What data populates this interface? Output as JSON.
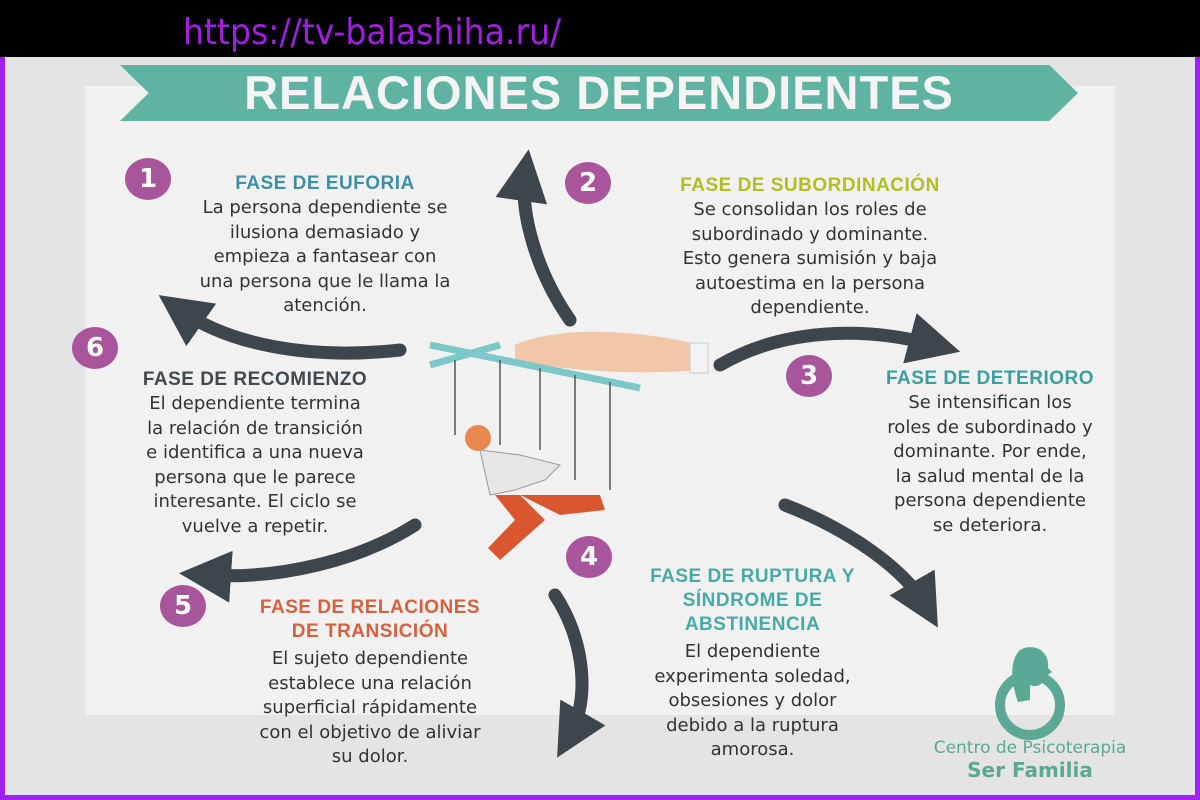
{
  "watermark_url": "https://tv-balashiha.ru/",
  "title": "RELACIONES DEPENDIENTES",
  "phases": [
    {
      "number": "1",
      "heading": [
        "FASE DE EUFORIA"
      ],
      "body": [
        "La persona dependiente se",
        "ilusiona demasiado y",
        "empieza a fantasear con",
        "una persona que le llama la",
        "atención."
      ],
      "color": "#3d8fa8"
    },
    {
      "number": "2",
      "heading": [
        "FASE DE SUBORDINACIÓN"
      ],
      "body": [
        "Se consolidan los roles de",
        "subordinado y dominante.",
        "Esto genera sumisión y baja",
        "autoestima en la persona",
        "dependiente."
      ],
      "color": "#b3be20"
    },
    {
      "number": "3",
      "heading": [
        "FASE DE DETERIORO"
      ],
      "body": [
        "Se intensifican los",
        "roles de subordinado y",
        "dominante. Por ende,",
        "la salud mental de la",
        "persona dependiente",
        "se deteriora."
      ],
      "color": "#3a9fa0"
    },
    {
      "number": "4",
      "heading": [
        "FASE DE RUPTURA Y",
        "SÍNDROME DE",
        "ABSTINENCIA"
      ],
      "body": [
        "El dependiente",
        "experimenta soledad,",
        "obsesiones y dolor",
        "debido a la ruptura",
        "amorosa."
      ],
      "color": "#46aaa6"
    },
    {
      "number": "5",
      "heading": [
        "FASE DE RELACIONES",
        "DE TRANSICIÓN"
      ],
      "body": [
        "El sujeto dependiente",
        "establece una relación",
        "superficial rápidamente",
        "con el objetivo de aliviar",
        "su dolor."
      ],
      "color": "#d5603d"
    },
    {
      "number": "6",
      "heading": [
        "FASE DE RECOMIENZO"
      ],
      "body": [
        "El dependiente termina",
        "la relación de transición",
        "e identifica a una nueva",
        "persona que le parece",
        "interesante. El ciclo se",
        "vuelve a repetir."
      ],
      "color": "#3f4950"
    }
  ],
  "logo": {
    "line1": "Centro de Psicoterapia",
    "line2": "Ser Familia",
    "color": "#5aa895"
  },
  "colors": {
    "number_badge": "#a8559c",
    "arrow": "#3d464c",
    "banner": "#5fb3a2"
  }
}
